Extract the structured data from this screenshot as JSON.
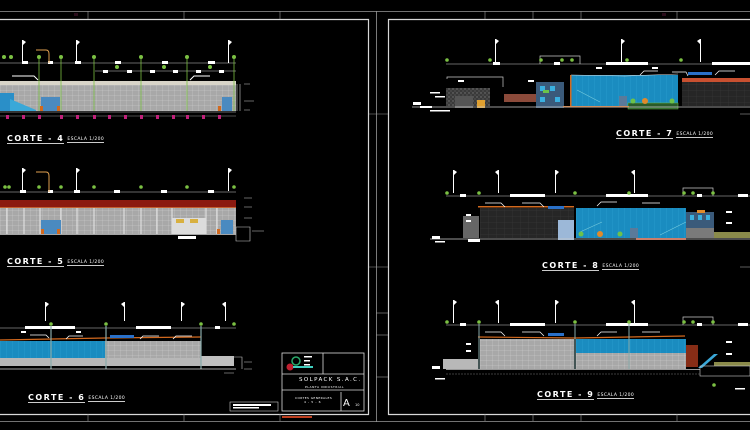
{
  "sheet": {
    "background": "#000000",
    "frame_color": "#d8d8d8",
    "panels": [
      "left",
      "right"
    ]
  },
  "sections": [
    {
      "id": "corte-4",
      "title": "CORTE - 4",
      "scale": "ESCALA 1/200"
    },
    {
      "id": "corte-5",
      "title": "CORTE - 5",
      "scale": "ESCALA 1/200"
    },
    {
      "id": "corte-6",
      "title": "CORTE - 6",
      "scale": "ESCALA 1/200"
    },
    {
      "id": "corte-7",
      "title": "CORTE - 7",
      "scale": "ESCALA 1/200"
    },
    {
      "id": "corte-8",
      "title": "CORTE - 8",
      "scale": "ESCALA 1/200"
    },
    {
      "id": "corte-9",
      "title": "CORTE - 9",
      "scale": "ESCALA 1/200"
    }
  ],
  "title_block": {
    "company": "SOLPACK S.A.C.",
    "project": "PLANTA INDUSTRIAL",
    "drawing_title": "CORTES GENERALES",
    "drawing_subtitle": "4 - 5 - 6",
    "sheet_code": "A",
    "sheet_number": "10"
  },
  "colors": {
    "glass_blue": "#1e8fc0",
    "glass_light": "#2aa6d6",
    "wall_grey": "#9a9a9a",
    "wall_light": "#c8c8c8",
    "roof_red": "#8b1a10",
    "roof_orange": "#d2691e",
    "tree_green": "#6cc24a",
    "dark_wall": "#2a2a2a",
    "marker_magenta": "#c0207a",
    "accent_orange": "#e08a2a"
  }
}
